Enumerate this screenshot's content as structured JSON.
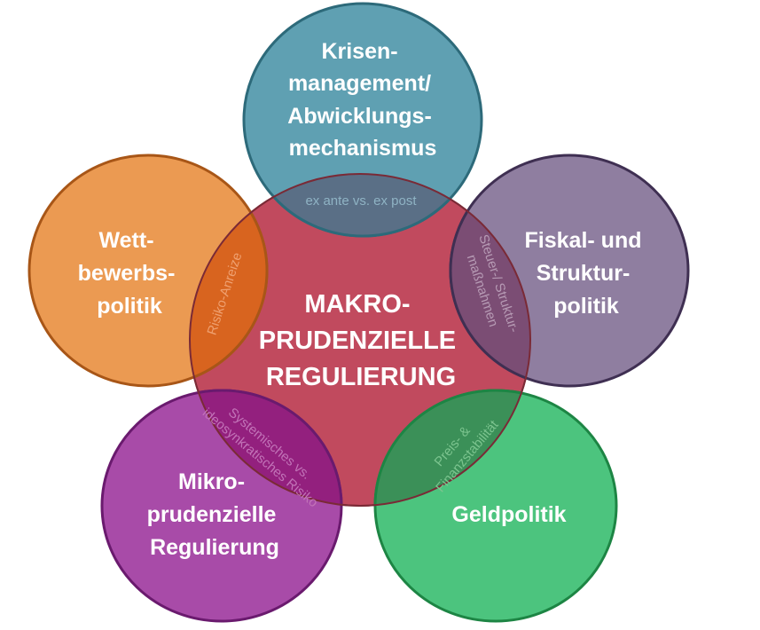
{
  "center": {
    "lines": [
      "MAKRO-",
      "PRUDENZIELLE",
      "REGULIERUNG"
    ],
    "color": "#c14a5e"
  },
  "circles": {
    "krisen": {
      "lines": [
        "Krisen-",
        "management/",
        "Abwicklungs-",
        "mechanismus"
      ],
      "color": "#5fa0b2"
    },
    "wettbewerb": {
      "lines": [
        "Wett-",
        "bewerbs-",
        "politik"
      ],
      "color": "#eb9a52"
    },
    "fiskal": {
      "lines": [
        "Fiskal- und",
        "Struktur-",
        "politik"
      ],
      "color": "#8f7ea0"
    },
    "mikro": {
      "lines": [
        "Mikro-",
        "prudenzielle",
        "Regulierung"
      ],
      "color": "#a84ba8"
    },
    "geld": {
      "lines": [
        "Geldpolitik"
      ],
      "color": "#4cc47e"
    }
  },
  "overlaps": {
    "krisen": {
      "lines": [
        "ex ante vs. ex post"
      ]
    },
    "wettbewerb": {
      "lines": [
        "Risiko-Anreize"
      ]
    },
    "fiskal": {
      "lines": [
        "Steuer-/ Struktur-",
        "maßnahmen"
      ]
    },
    "mikro": {
      "lines": [
        "Systemisches vs.",
        "ideosynkratisches Risiko"
      ]
    },
    "geld": {
      "lines": [
        "Preis- &",
        "Finanzstabilität"
      ]
    }
  }
}
